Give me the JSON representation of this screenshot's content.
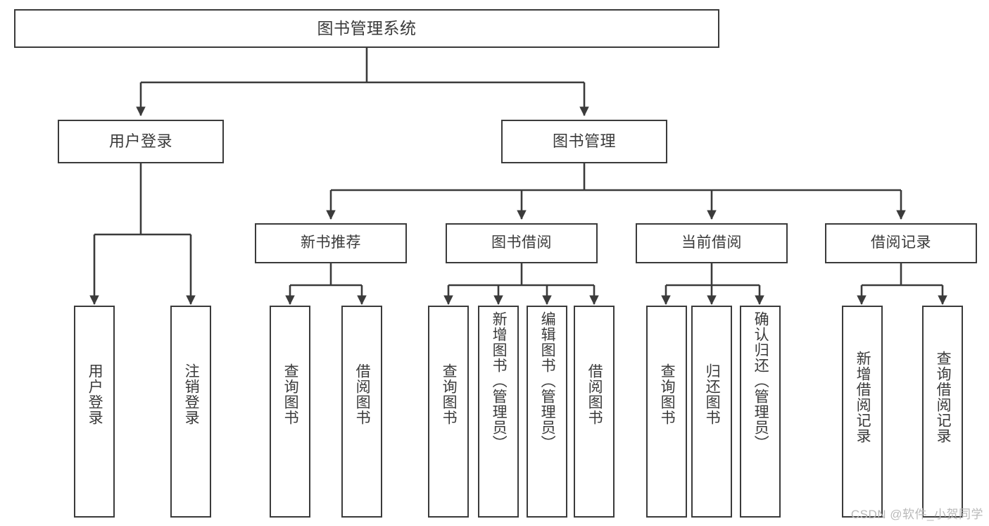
{
  "diagram": {
    "type": "tree-hierarchy-chart",
    "title": "图书管理系统",
    "stroke_color": "#3b3b3b",
    "text_color": "#3a3a3a",
    "background_color": "#ffffff",
    "root": {
      "label": "图书管理系统"
    },
    "level2": [
      {
        "label": "用户登录"
      },
      {
        "label": "图书管理"
      }
    ],
    "level3": [
      {
        "label": "新书推荐"
      },
      {
        "label": "图书借阅"
      },
      {
        "label": "当前借阅"
      },
      {
        "label": "借阅记录"
      }
    ],
    "leaves": {
      "user_login": [
        {
          "label": "用户登录"
        },
        {
          "label": "注销登录"
        }
      ],
      "new_book_recommend": [
        {
          "label": "查询图书"
        },
        {
          "label": "借阅图书"
        }
      ],
      "book_borrow": [
        {
          "label": "查询图书"
        },
        {
          "label": "新增图书（管理员）"
        },
        {
          "label": "编辑图书（管理员）"
        },
        {
          "label": "借阅图书"
        }
      ],
      "current_borrow": [
        {
          "label": "查询图书"
        },
        {
          "label": "归还图书"
        },
        {
          "label": "确认归还（管理员）"
        }
      ],
      "borrow_record": [
        {
          "label": "新增借阅记录"
        },
        {
          "label": "查询借阅记录"
        }
      ]
    },
    "watermark": "CSDN @软件_小贺同学"
  }
}
